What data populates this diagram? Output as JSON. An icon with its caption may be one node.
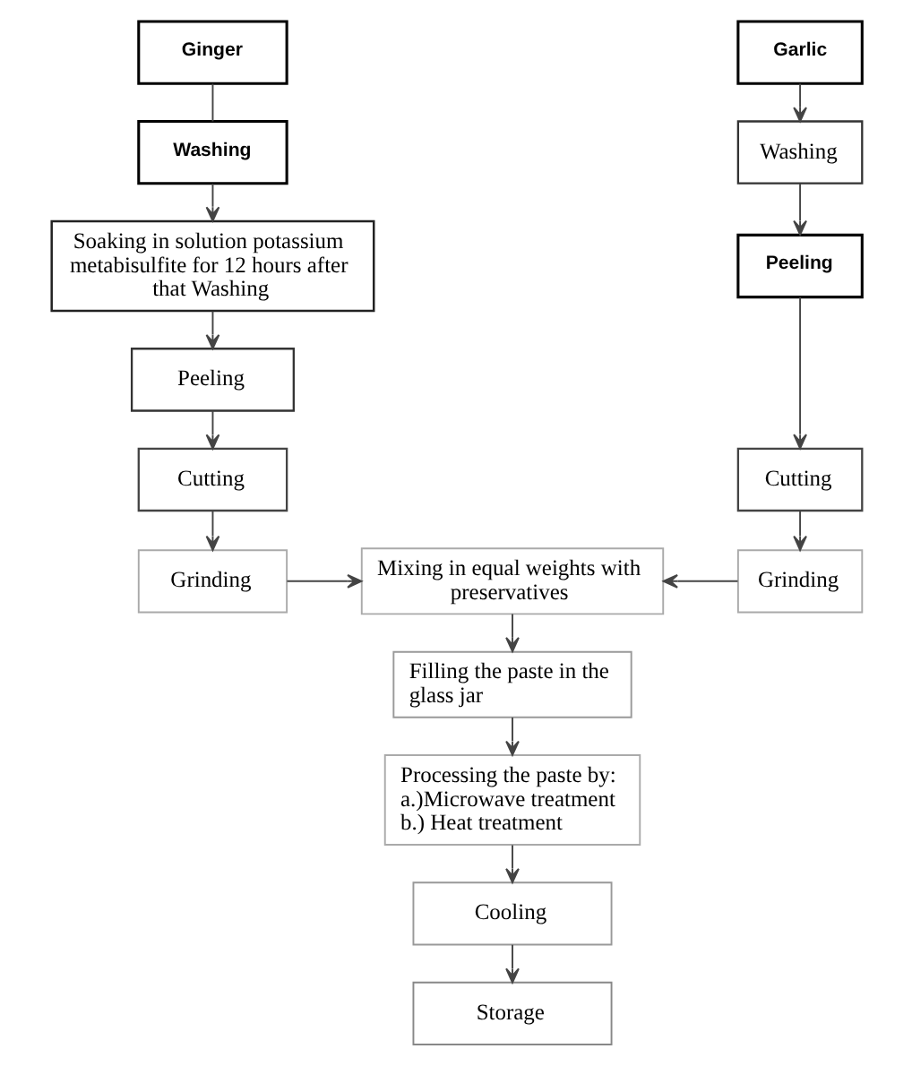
{
  "diagram": {
    "nodes": [
      {
        "text": [
          "Ginger"
        ]
      },
      {
        "text": [
          "Washing"
        ]
      },
      {
        "text": [
          "Soaking in solution potassium metabisulfite for 12 hours after that Washing"
        ]
      },
      {
        "text": [
          "Peeling"
        ]
      },
      {
        "text": [
          "Cutting"
        ]
      },
      {
        "text": [
          "Grinding"
        ]
      },
      {
        "text": [
          "Garlic"
        ]
      },
      {
        "text": [
          "Washing"
        ]
      },
      {
        "text": [
          "Peeling"
        ]
      },
      {
        "text": [
          "Cutting"
        ]
      },
      {
        "text": [
          "Grinding"
        ]
      },
      {
        "text": [
          "Mixing in equal weights with preservatives"
        ]
      },
      {
        "text": [
          "Filling the paste in the glass jar"
        ]
      },
      {
        "text": [
          "Processing the paste by:",
          "a.)Microwave treatment",
          "b.) Heat treatment"
        ]
      },
      {
        "text": [
          "Cooling"
        ]
      },
      {
        "text": [
          "Storage"
        ]
      }
    ],
    "edges": [
      {
        "from": 0,
        "to": 1,
        "arrow": "none"
      },
      {
        "from": 1,
        "to": 2,
        "arrow": "to"
      },
      {
        "from": 2,
        "to": 3,
        "arrow": "to"
      },
      {
        "from": 3,
        "to": 4,
        "arrow": "to"
      },
      {
        "from": 4,
        "to": 5,
        "arrow": "to"
      },
      {
        "from": 5,
        "to": 11,
        "arrow": "to"
      },
      {
        "from": 6,
        "to": 7,
        "arrow": "to"
      },
      {
        "from": 7,
        "to": 8,
        "arrow": "to"
      },
      {
        "from": 8,
        "to": 9,
        "arrow": "to"
      },
      {
        "from": 9,
        "to": 10,
        "arrow": "to"
      },
      {
        "from": 10,
        "to": 11,
        "arrow": "to"
      },
      {
        "from": 11,
        "to": 12,
        "arrow": "to"
      },
      {
        "from": 12,
        "to": 13,
        "arrow": "to"
      },
      {
        "from": 13,
        "to": 14,
        "arrow": "to"
      },
      {
        "from": 14,
        "to": 15,
        "arrow": "to"
      }
    ]
  }
}
